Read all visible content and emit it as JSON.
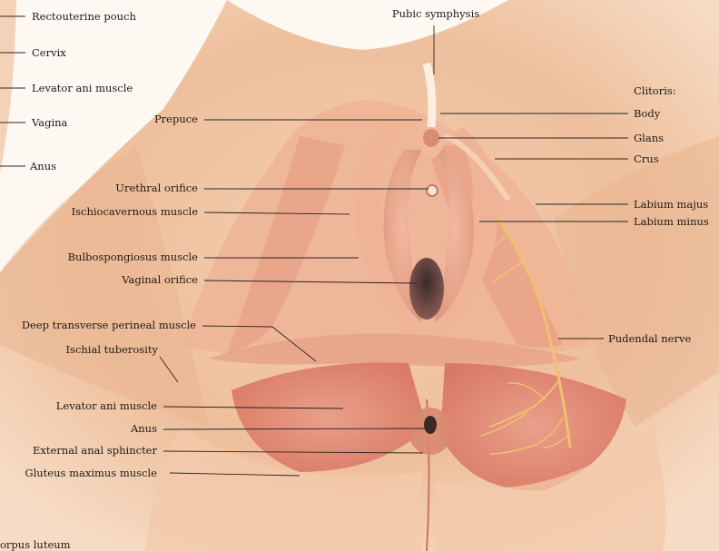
{
  "labels": {
    "rectouterine_pouch": "Rectouterine pouch",
    "cervix": "Cervix",
    "levator_ani_top": "Levator ani muscle",
    "vagina": "Vagina",
    "anus_top": "Anus",
    "pubic_symphysis": "Pubic symphysis",
    "prepuce": "Prepuce",
    "urethral_orifice": "Urethral orifice",
    "ischiocavernous": "Ischiocavernous muscle",
    "bulbospongiosus": "Bulbospongiosus muscle",
    "vaginal_orifice": "Vaginal orifice",
    "deep_transverse": "Deep transverse perineal muscle",
    "ischial_tuberosity": "Ischial tuberosity",
    "levator_ani_bottom": "Levator ani muscle",
    "anus_bottom": "Anus",
    "external_anal_sphincter": "External anal sphincter",
    "gluteus_maximus": "Gluteus maximus muscle",
    "corpus_luteum": "orpus luteum",
    "clitoris_heading": "Clitoris:",
    "body": "Body",
    "glans": "Glans",
    "crus": "Crus",
    "labium_majus": "Labium majus",
    "labium_minus": "Labium minus",
    "pudendal_nerve": "Pudendal nerve"
  },
  "colors": {
    "background": "#fdf8f2",
    "skin": "#f0c6a4",
    "muscle": "#e08a78",
    "nerve": "#f0c070",
    "pudendal_label": "#5a2a10"
  }
}
